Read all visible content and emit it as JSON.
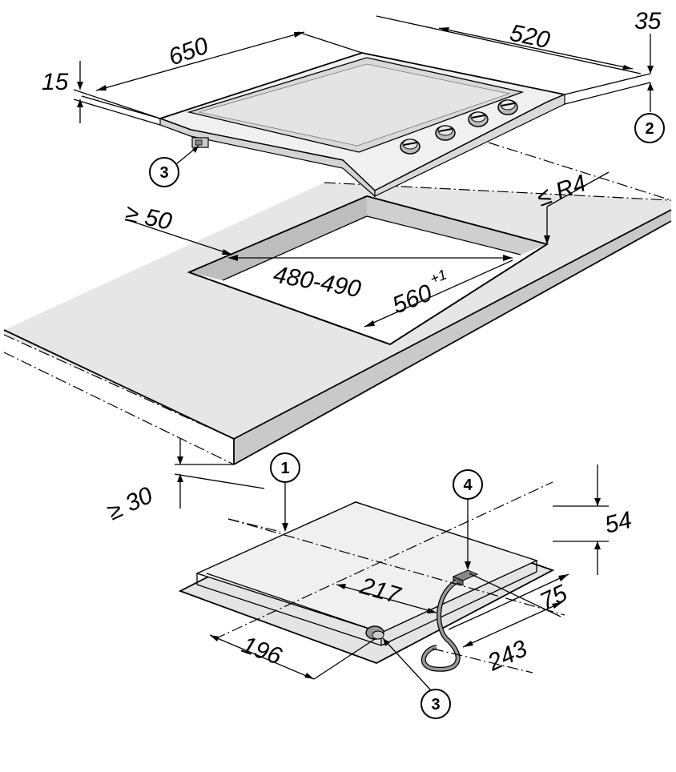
{
  "dimensions": {
    "hob_width": "650",
    "hob_depth": "520",
    "hob_height_above": "15",
    "hob_height_right": "35",
    "min_edge_distance": "≥ 50",
    "cutout_depth": "480-490",
    "cutout_width": "560",
    "cutout_width_tolerance": "+1",
    "corner_radius": "≤ R4",
    "min_worktop_thickness": "≥ 30",
    "underside_depth": "54",
    "gas_conn_from_left": "217",
    "elec_conn_depth": "75",
    "gas_conn_front": "196",
    "elec_conn_from_right": "243"
  },
  "callouts": {
    "c1": "1",
    "c2": "2",
    "c3_top": "3",
    "c3_bottom": "3",
    "c4": "4"
  },
  "colors": {
    "worktop_fill": "#e6e6e6",
    "worktop_edge": "#c8c8c8",
    "hob_fill": "#ececec",
    "glass": "#d9d9d9"
  },
  "icons": {
    "knob": "control-knob-icon",
    "gas_fitting": "gas-connection-icon",
    "cable": "mains-cable-icon"
  }
}
